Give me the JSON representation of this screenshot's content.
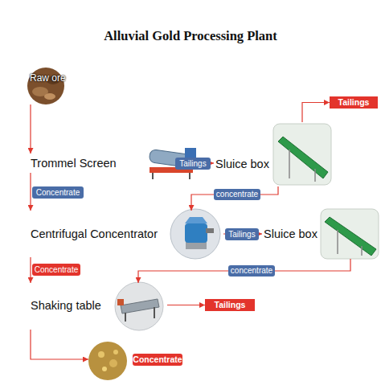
{
  "diagram": {
    "title": "Alluvial Gold Processing Plant",
    "nodes": [
      {
        "text": [
          "Raw ore"
        ]
      },
      {
        "text": [
          "Trommel Screen"
        ]
      },
      {
        "text": [
          "Sluice box"
        ]
      },
      {
        "text": [
          "Tailings"
        ]
      },
      {
        "text": [
          "Centrifugal Concentrator"
        ]
      },
      {
        "text": [
          "Sluice box"
        ]
      },
      {
        "text": [
          "Shaking table"
        ]
      },
      {
        "text": [
          "Tailings"
        ]
      },
      {
        "text": [
          "Concentrate"
        ]
      }
    ],
    "edges": [
      {
        "from": 0,
        "to": 1,
        "arrow": "to"
      },
      {
        "from": 1,
        "to": 2,
        "label": "Tailings",
        "arrow": "to"
      },
      {
        "from": 2,
        "to": 3,
        "arrow": "to"
      },
      {
        "from": 1,
        "to": 4,
        "label": "Concentrate",
        "arrow": "to"
      },
      {
        "from": 2,
        "to": 4,
        "label": "concentrate",
        "arrow": "to"
      },
      {
        "from": 4,
        "to": 5,
        "label": "Tailings",
        "arrow": "to"
      },
      {
        "from": 4,
        "to": 6,
        "label": "Concentrate",
        "arrow": "to"
      },
      {
        "from": 5,
        "to": 6,
        "label": "concentrate",
        "arrow": "to"
      },
      {
        "from": 6,
        "to": 7,
        "arrow": "to"
      },
      {
        "from": 6,
        "to": 8,
        "arrow": "to"
      }
    ]
  }
}
